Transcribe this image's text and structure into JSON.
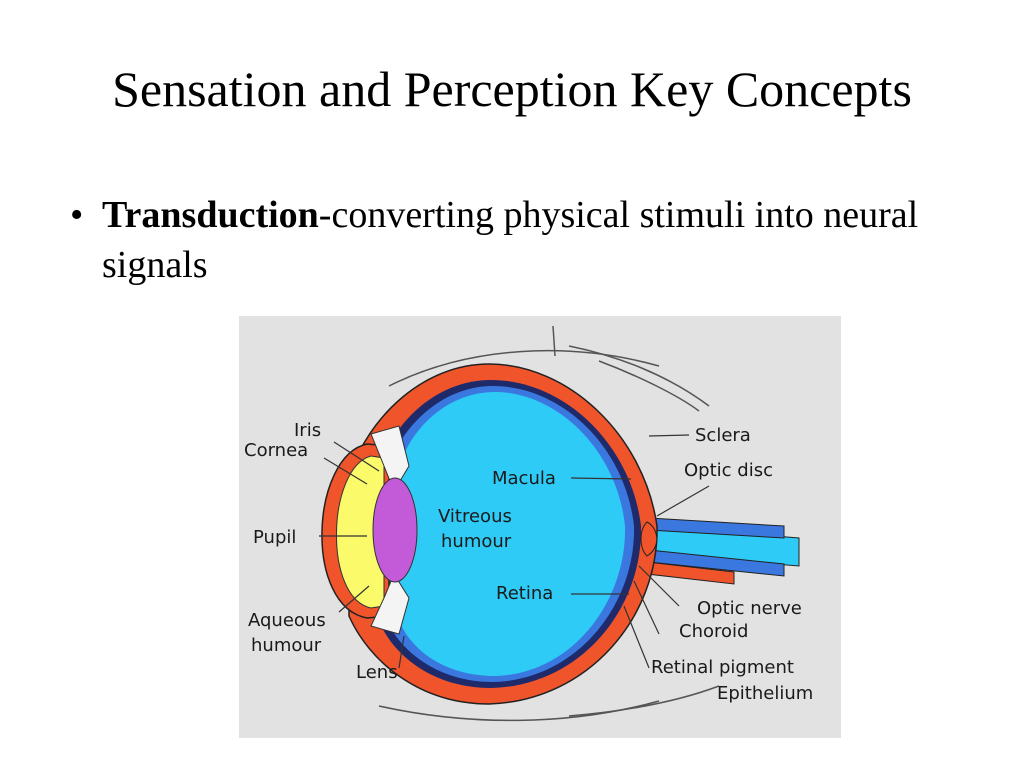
{
  "slide": {
    "title": "Sensation and Perception Key Concepts",
    "bullet": {
      "term": "Transduction",
      "definition": "-converting physical stimuli into neural signals"
    }
  },
  "diagram": {
    "labels": {
      "iris": "Iris",
      "cornea": "Cornea",
      "pupil": "Pupil",
      "aqueous_1": "Aqueous",
      "aqueous_2": "humour",
      "lens": "Lens",
      "macula": "Macula",
      "vitreous_1": "Vitreous",
      "vitreous_2": "humour",
      "retina": "Retina",
      "sclera": "Sclera",
      "optic_disc": "Optic disc",
      "optic_nerve": "Optic nerve",
      "choroid": "Choroid",
      "rpe_1": "Retinal pigment",
      "rpe_2": "Epithelium"
    },
    "colors": {
      "background": "#e2e2e2",
      "sclera": "#f0542a",
      "vitreous": "#2ecbf6",
      "retina_blue": "#3a78e0",
      "aqueous": "#fbfa6a",
      "lens": "#c35ad8"
    }
  }
}
